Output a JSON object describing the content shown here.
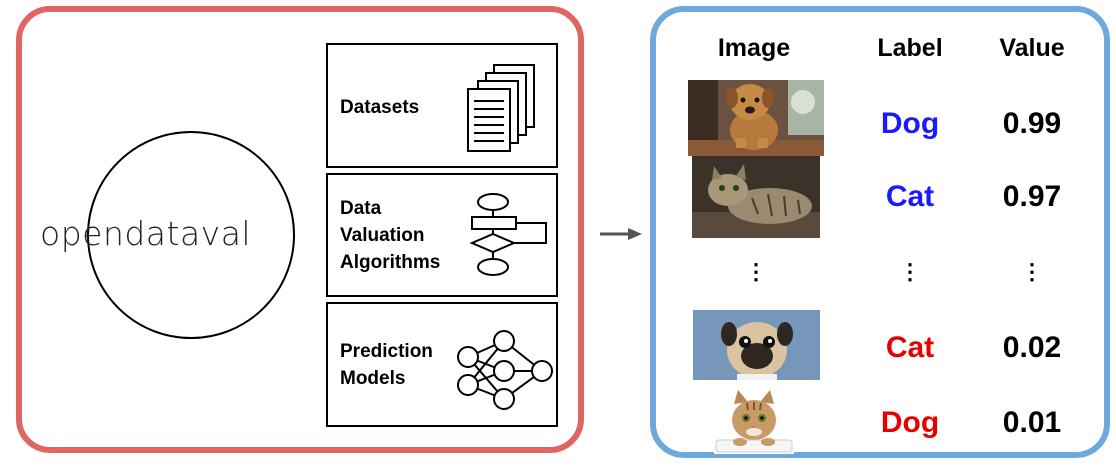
{
  "brand": {
    "name": "opendataval"
  },
  "modules": [
    {
      "label": "Datasets",
      "icon": "documents-icon"
    },
    {
      "label": "Data\nValuation\nAlgorithms",
      "icon": "flowchart-icon"
    },
    {
      "label": "Prediction\nModels",
      "icon": "neural-network-icon"
    }
  ],
  "table": {
    "headers": {
      "image": "Image",
      "label": "Label",
      "value": "Value"
    },
    "rows": [
      {
        "image": "brown-dog-photo",
        "label": "Dog",
        "value": "0.99",
        "label_color": "#1a1aff"
      },
      {
        "image": "tabby-cat-photo",
        "label": "Cat",
        "value": "0.97",
        "label_color": "#1a1aff"
      },
      {
        "image": "pug-dog-photo",
        "label": "Cat",
        "value": "0.02",
        "label_color": "#e60000"
      },
      {
        "image": "kitten-photo",
        "label": "Dog",
        "value": "0.01",
        "label_color": "#e60000"
      }
    ],
    "ellipsis": "⋮"
  },
  "colors": {
    "left_border": "#e06666",
    "right_border": "#6fa8dc",
    "clean_label": "#1a1aff",
    "noisy_label": "#e60000"
  }
}
